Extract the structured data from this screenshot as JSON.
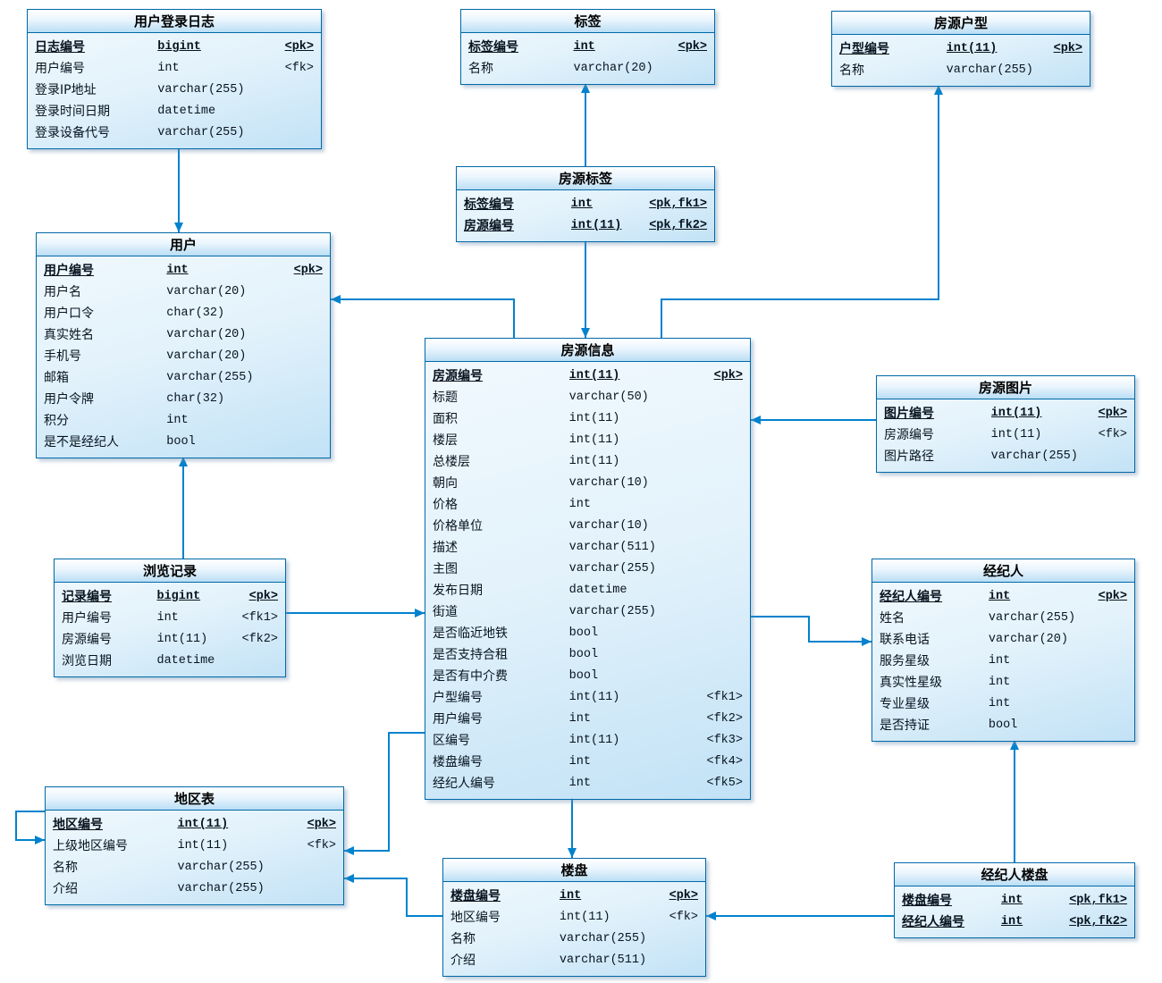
{
  "colors": {
    "line": "#0082CE",
    "entity_border": "#0069A8",
    "entity_body_fill": "#D8EDFA",
    "entity_header_fill": "#BADEF5"
  },
  "diagram": {
    "tables": [
      {
        "id": "user_login_log",
        "title": "用户登录日志",
        "columns": [
          {
            "name": "日志编号",
            "type": "bigint",
            "key": "<pk>",
            "pk": true
          },
          {
            "name": "用户编号",
            "type": "int",
            "key": "<fk>"
          },
          {
            "name": "登录IP地址",
            "type": "varchar(255)",
            "key": ""
          },
          {
            "name": "登录时间日期",
            "type": "datetime",
            "key": ""
          },
          {
            "name": "登录设备代号",
            "type": "varchar(255)",
            "key": ""
          }
        ]
      },
      {
        "id": "tag",
        "title": "标签",
        "columns": [
          {
            "name": "标签编号",
            "type": "int",
            "key": "<pk>",
            "pk": true
          },
          {
            "name": "名称",
            "type": "varchar(20)",
            "key": ""
          }
        ]
      },
      {
        "id": "house_type",
        "title": "房源户型",
        "columns": [
          {
            "name": "户型编号",
            "type": "int(11)",
            "key": "<pk>",
            "pk": true
          },
          {
            "name": "名称",
            "type": "varchar(255)",
            "key": ""
          }
        ]
      },
      {
        "id": "house_tag",
        "title": "房源标签",
        "columns": [
          {
            "name": "标签编号",
            "type": "int",
            "key": "<pk,fk1>",
            "pk": true
          },
          {
            "name": "房源编号",
            "type": "int(11)",
            "key": "<pk,fk2>",
            "pk": true
          }
        ]
      },
      {
        "id": "user",
        "title": "用户",
        "columns": [
          {
            "name": "用户编号",
            "type": "int",
            "key": "<pk>",
            "pk": true
          },
          {
            "name": "用户名",
            "type": "varchar(20)",
            "key": ""
          },
          {
            "name": "用户口令",
            "type": "char(32)",
            "key": ""
          },
          {
            "name": "真实姓名",
            "type": "varchar(20)",
            "key": ""
          },
          {
            "name": "手机号",
            "type": "varchar(20)",
            "key": ""
          },
          {
            "name": "邮箱",
            "type": "varchar(255)",
            "key": ""
          },
          {
            "name": "用户令牌",
            "type": "char(32)",
            "key": ""
          },
          {
            "name": "积分",
            "type": "int",
            "key": ""
          },
          {
            "name": "是不是经纪人",
            "type": "bool",
            "key": ""
          }
        ]
      },
      {
        "id": "house_info",
        "title": "房源信息",
        "columns": [
          {
            "name": "房源编号",
            "type": "int(11)",
            "key": "<pk>",
            "pk": true
          },
          {
            "name": "标题",
            "type": "varchar(50)",
            "key": ""
          },
          {
            "name": "面积",
            "type": "int(11)",
            "key": ""
          },
          {
            "name": "楼层",
            "type": "int(11)",
            "key": ""
          },
          {
            "name": "总楼层",
            "type": "int(11)",
            "key": ""
          },
          {
            "name": "朝向",
            "type": "varchar(10)",
            "key": ""
          },
          {
            "name": "价格",
            "type": "int",
            "key": ""
          },
          {
            "name": "价格单位",
            "type": "varchar(10)",
            "key": ""
          },
          {
            "name": "描述",
            "type": "varchar(511)",
            "key": ""
          },
          {
            "name": "主图",
            "type": "varchar(255)",
            "key": ""
          },
          {
            "name": "发布日期",
            "type": "datetime",
            "key": ""
          },
          {
            "name": "街道",
            "type": "varchar(255)",
            "key": ""
          },
          {
            "name": "是否临近地铁",
            "type": "bool",
            "key": ""
          },
          {
            "name": "是否支持合租",
            "type": "bool",
            "key": ""
          },
          {
            "name": "是否有中介费",
            "type": "bool",
            "key": ""
          },
          {
            "name": "户型编号",
            "type": "int(11)",
            "key": "<fk1>"
          },
          {
            "name": "用户编号",
            "type": "int",
            "key": "<fk2>"
          },
          {
            "name": "区编号",
            "type": "int(11)",
            "key": "<fk3>"
          },
          {
            "name": "楼盘编号",
            "type": "int",
            "key": "<fk4>"
          },
          {
            "name": "经纪人编号",
            "type": "int",
            "key": "<fk5>"
          }
        ]
      },
      {
        "id": "house_image",
        "title": "房源图片",
        "columns": [
          {
            "name": "图片编号",
            "type": "int(11)",
            "key": "<pk>",
            "pk": true
          },
          {
            "name": "房源编号",
            "type": "int(11)",
            "key": "<fk>"
          },
          {
            "name": "图片路径",
            "type": "varchar(255)",
            "key": ""
          }
        ]
      },
      {
        "id": "browse_record",
        "title": "浏览记录",
        "columns": [
          {
            "name": "记录编号",
            "type": "bigint",
            "key": "<pk>",
            "pk": true
          },
          {
            "name": "用户编号",
            "type": "int",
            "key": "<fk1>"
          },
          {
            "name": "房源编号",
            "type": "int(11)",
            "key": "<fk2>"
          },
          {
            "name": "浏览日期",
            "type": "datetime",
            "key": ""
          }
        ]
      },
      {
        "id": "agent",
        "title": "经纪人",
        "columns": [
          {
            "name": "经纪人编号",
            "type": "int",
            "key": "<pk>",
            "pk": true
          },
          {
            "name": "姓名",
            "type": "varchar(255)",
            "key": ""
          },
          {
            "name": "联系电话",
            "type": "varchar(20)",
            "key": ""
          },
          {
            "name": "服务星级",
            "type": "int",
            "key": ""
          },
          {
            "name": "真实性星级",
            "type": "int",
            "key": ""
          },
          {
            "name": "专业星级",
            "type": "int",
            "key": ""
          },
          {
            "name": "是否持证",
            "type": "bool",
            "key": ""
          }
        ]
      },
      {
        "id": "region",
        "title": "地区表",
        "columns": [
          {
            "name": "地区编号",
            "type": "int(11)",
            "key": "<pk>",
            "pk": true
          },
          {
            "name": "上级地区编号",
            "type": "int(11)",
            "key": "<fk>"
          },
          {
            "name": "名称",
            "type": "varchar(255)",
            "key": ""
          },
          {
            "name": "介绍",
            "type": "varchar(255)",
            "key": ""
          }
        ]
      },
      {
        "id": "building",
        "title": "楼盘",
        "columns": [
          {
            "name": "楼盘编号",
            "type": "int",
            "key": "<pk>",
            "pk": true
          },
          {
            "name": "地区编号",
            "type": "int(11)",
            "key": "<fk>"
          },
          {
            "name": "名称",
            "type": "varchar(255)",
            "key": ""
          },
          {
            "name": "介绍",
            "type": "varchar(511)",
            "key": ""
          }
        ]
      },
      {
        "id": "agent_building",
        "title": "经纪人楼盘",
        "columns": [
          {
            "name": "楼盘编号",
            "type": "int",
            "key": "<pk,fk1>",
            "pk": true
          },
          {
            "name": "经纪人编号",
            "type": "int",
            "key": "<pk,fk2>",
            "pk": true
          }
        ]
      }
    ],
    "relationships": [
      {
        "from": "用户登录日志",
        "to": "用户"
      },
      {
        "from": "房源标签",
        "to": "标签"
      },
      {
        "from": "房源标签",
        "to": "房源信息"
      },
      {
        "from": "房源信息",
        "to": "用户"
      },
      {
        "from": "房源信息",
        "to": "房源户型"
      },
      {
        "from": "房源图片",
        "to": "房源信息"
      },
      {
        "from": "浏览记录",
        "to": "用户"
      },
      {
        "from": "浏览记录",
        "to": "房源信息"
      },
      {
        "from": "房源信息",
        "to": "经纪人"
      },
      {
        "from": "房源信息",
        "to": "楼盘"
      },
      {
        "from": "房源信息",
        "to": "地区表"
      },
      {
        "from": "楼盘",
        "to": "地区表"
      },
      {
        "from": "地区表",
        "to": "地区表"
      },
      {
        "from": "经纪人楼盘",
        "to": "楼盘"
      },
      {
        "from": "经纪人楼盘",
        "to": "经纪人"
      }
    ]
  }
}
